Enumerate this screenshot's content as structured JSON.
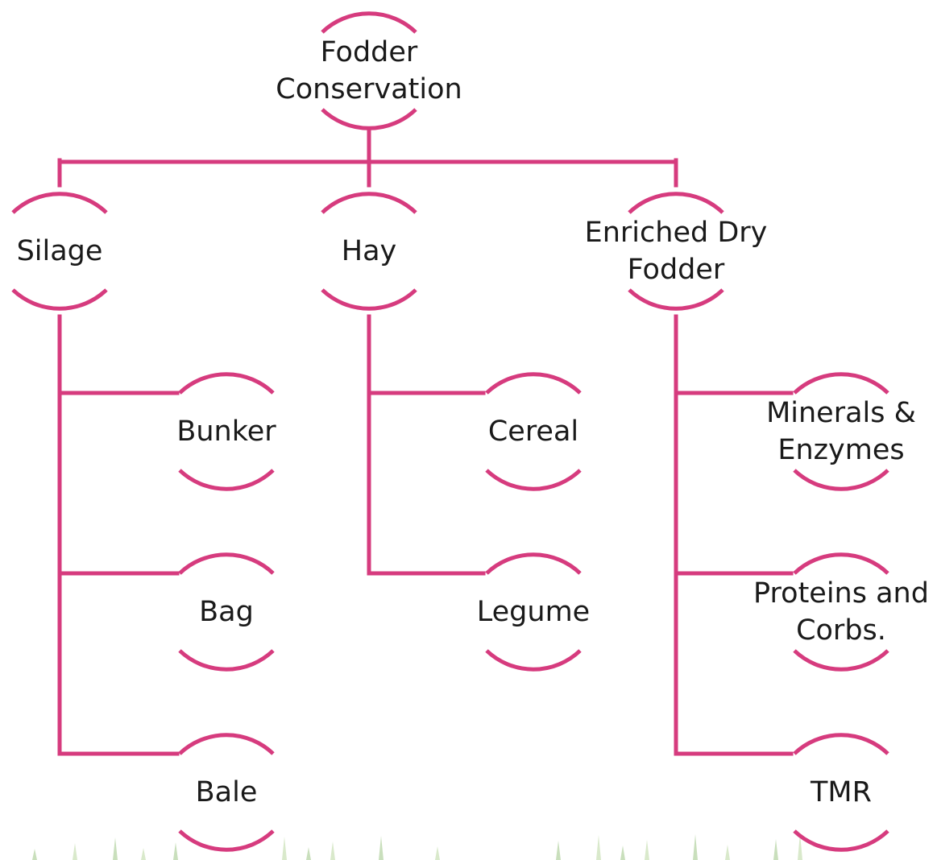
{
  "diagram": {
    "line_color": "#d63b7e",
    "text_color": "#1a1a1a",
    "root": {
      "label": "Fodder\nConservation"
    },
    "categories": [
      {
        "label": "Silage",
        "children": [
          "Bunker",
          "Bag",
          "Bale"
        ]
      },
      {
        "label": "Hay",
        "children": [
          "Cereal",
          "Legume"
        ]
      },
      {
        "label": "Enriched Dry\nFodder",
        "children": [
          "Minerals &\nEnzymes",
          "Proteins and\nCorbs.",
          "TMR"
        ]
      }
    ]
  }
}
